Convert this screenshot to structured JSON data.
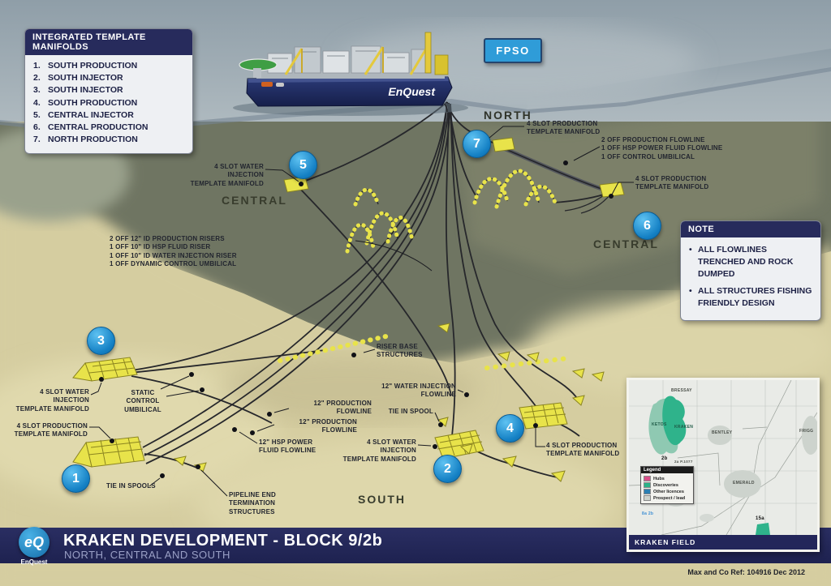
{
  "manifold_legend": {
    "title": "INTEGRATED TEMPLATE MANIFOLDS",
    "items": [
      {
        "num": "1.",
        "label": "SOUTH PRODUCTION"
      },
      {
        "num": "2.",
        "label": "SOUTH INJECTOR"
      },
      {
        "num": "3.",
        "label": "SOUTH INJECTOR"
      },
      {
        "num": "4.",
        "label": "SOUTH PRODUCTION"
      },
      {
        "num": "5.",
        "label": "CENTRAL INJECTOR"
      },
      {
        "num": "6.",
        "label": "CENTRAL PRODUCTION"
      },
      {
        "num": "7.",
        "label": "NORTH PRODUCTION"
      }
    ]
  },
  "fpso": {
    "tag": "FPSO",
    "hull_name": "EnQuest"
  },
  "note": {
    "title": "NOTE",
    "bullets": [
      "ALL FLOWLINES TRENCHED AND ROCK DUMPED",
      "ALL STRUCTURES FISHING FRIENDLY DESIGN"
    ]
  },
  "regions": {
    "north": "NORTH",
    "central_left": "CENTRAL",
    "central_right": "CENTRAL",
    "south": "SOUTH"
  },
  "markers": [
    "1",
    "2",
    "3",
    "4",
    "5",
    "6",
    "7"
  ],
  "callouts": {
    "north_manifold": "4 SLOT PRODUCTION\nTEMPLATE MANIFOLD",
    "north_flowlines": "2 OFF PRODUCTION FLOWLINE\n1 OFF HSP POWER FLUID FLOWLINE\n1 OFF CONTROL UMBILICAL",
    "central6_manifold": "4 SLOT PRODUCTION\nTEMPLATE MANIFOLD",
    "central5_manifold": "4 SLOT WATER INJECTION\nTEMPLATE MANIFOLD",
    "risers": "2 OFF 12\" ID PRODUCTION RISERS\n1 OFF 10\" ID HSP FLUID RISER\n1 OFF 10\" ID WATER INJECTION RISER\n1 OFF DYNAMIC CONTROL UMBILICAL",
    "riser_base": "RISER BASE\nSTRUCTURES",
    "wi_flowline": "12\" WATER INJECTION\nFLOWLINE",
    "prod_flowline_1": "12\" PRODUCTION\nFLOWLINE",
    "tie_in_spool": "TIE IN SPOOL",
    "prod_flowline_2": "12\" PRODUCTION\nFLOWLINE",
    "hsp_flowline": "12\" HSP POWER\nFLUID FLOWLINE",
    "south_wi_manifold": "4 SLOT WATER INJECTION\nTEMPLATE MANIFOLD",
    "south4_manifold": "4 SLOT PRODUCTION\nTEMPLATE MANIFOLD",
    "west_wi_manifold": "4 SLOT WATER INJECTION\nTEMPLATE MANIFOLD",
    "static_umbilical": "STATIC CONTROL\nUMBILICAL",
    "south1_manifold": "4 SLOT PRODUCTION\nTEMPLATE MANIFOLD",
    "tie_in_spools": "TIE IN SPOOLS",
    "plet": "PIPELINE END\nTERMINATION\nSTRUCTURES"
  },
  "title_bar": {
    "title": "KRAKEN DEVELOPMENT - BLOCK 9/2b",
    "subtitle": "NORTH, CENTRAL AND SOUTH",
    "logo_text": "eQ",
    "logo_sub": "EnQuest"
  },
  "inset_map": {
    "footer": "KRAKEN FIELD",
    "legend": {
      "title": "Legend",
      "items": [
        {
          "label": "Hubs",
          "color": "#d94f8a"
        },
        {
          "label": "Discoveries",
          "color": "#2bb388"
        },
        {
          "label": "Other licences",
          "color": "#2b7fb3"
        },
        {
          "label": "Prospect / lead",
          "color": "#cdd3cd"
        }
      ]
    },
    "labels": {
      "bressay": "BRESSAY",
      "ketos": "KETOS",
      "kraken": "KRAKEN",
      "bentley": "BENTLEY",
      "frigg": "FRIGG",
      "emerald": "EMERALD",
      "block2b": "2b",
      "block2a": "2a P.1077",
      "block15a": "15a",
      "blue_refs": "8a   2b"
    }
  },
  "footnote": "Max and Co Ref: 104916 Dec 2012",
  "colors": {
    "accent_blue": "#2f9cd8",
    "navy": "#23265a",
    "seabed": "#d5cda0",
    "slope": "#6f7562",
    "structure_yellow": "#e8e34a"
  }
}
